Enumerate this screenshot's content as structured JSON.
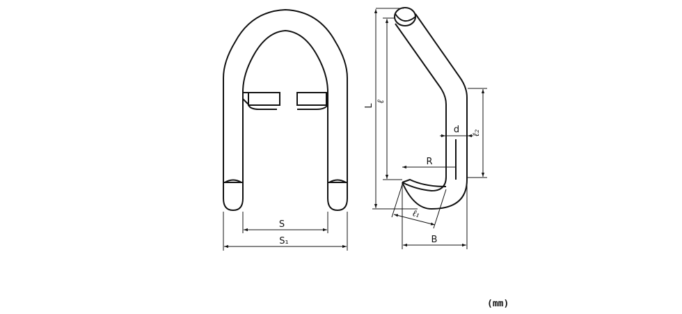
{
  "front_view": {
    "labels": {
      "S": "S",
      "S1": "S₁"
    }
  },
  "side_view": {
    "labels": {
      "L": "L",
      "l": "ℓ",
      "l2": "ℓ₂",
      "d": "d",
      "R": "R",
      "l1": "ℓ₁",
      "B": "B"
    }
  },
  "unit": "(mm)"
}
